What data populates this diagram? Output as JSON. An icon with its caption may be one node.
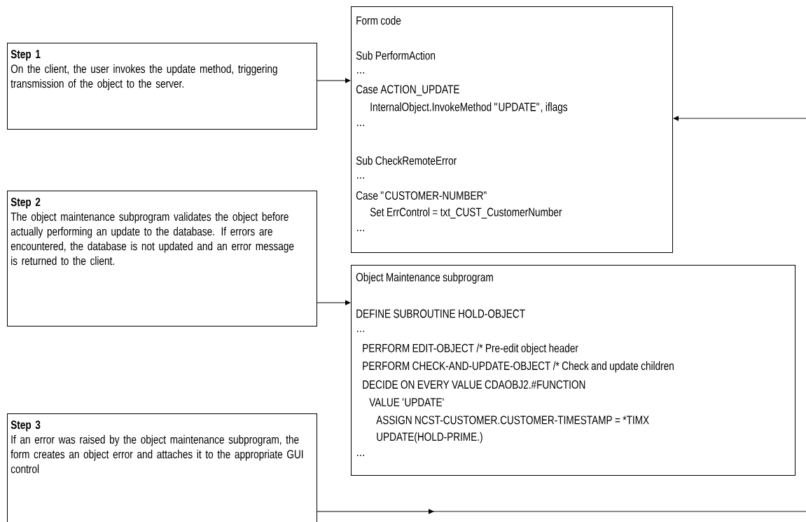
{
  "diagram": {
    "nodes": [
      {
        "text": [
          "Step 1",
          "On the client, the user invokes the update method, triggering transmission of the object to the server."
        ]
      },
      {
        "text": [
          "Form code",
          "Sub PerformAction",
          "…",
          "Case ACTION_UPDATE",
          "InternalObject.InvokeMethod \"UPDATE\", iflags",
          "…",
          "Sub CheckRemoteError",
          "…",
          "Case \"CUSTOMER-NUMBER\"",
          "Set ErrControl = txt_CUST_CustomerNumber",
          "…"
        ]
      },
      {
        "text": [
          "Step 2",
          "The object maintenance subprogram validates the object before actually performing an update to the database.  If errors are encountered, the database is not updated and an error message is returned to the client."
        ]
      },
      {
        "text": [
          "Object Maintenance subprogram",
          "DEFINE SUBROUTINE HOLD-OBJECT",
          "…",
          "PERFORM EDIT-OBJECT /* Pre-edit object header",
          "PERFORM CHECK-AND-UPDATE-OBJECT /* Check and update children",
          "DECIDE ON EVERY VALUE CDAOBJ2.#FUNCTION",
          "VALUE 'UPDATE'",
          "ASSIGN NCST-CUSTOMER.CUSTOMER-TIMESTAMP = *TIMX",
          "UPDATE(HOLD-PRIME.)",
          "…"
        ]
      },
      {
        "text": [
          "Step 3",
          "If an error was raised by the object maintenance subprogram, the form creates an object error and attaches it to the appropriate GUI control"
        ]
      }
    ],
    "edges": [
      {
        "from": 0,
        "to": 1,
        "arrow": "to"
      },
      {
        "from": 2,
        "to": 3,
        "arrow": "to"
      },
      {
        "from": 4,
        "to": null,
        "arrow": "to"
      },
      {
        "from": null,
        "to": 1,
        "arrow": "to"
      }
    ]
  }
}
